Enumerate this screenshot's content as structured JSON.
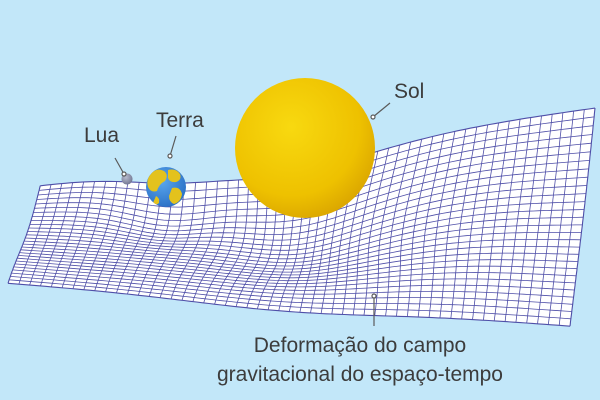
{
  "labels": {
    "moon": "Lua",
    "earth": "Terra",
    "sun": "Sol",
    "caption_line1": "Deformação do campo",
    "caption_line2": "gravitacional do espaço-tempo"
  },
  "colors": {
    "background": "#c2e7f9",
    "grid_line": "#4f4fa8",
    "sheet_fill": "#ffffff",
    "sun": "#f2c300",
    "earth_ocean": "#3a86d9",
    "earth_land": "#e3c21d",
    "moon": "#8b8fa8",
    "leader_line": "#5a5a5a"
  }
}
